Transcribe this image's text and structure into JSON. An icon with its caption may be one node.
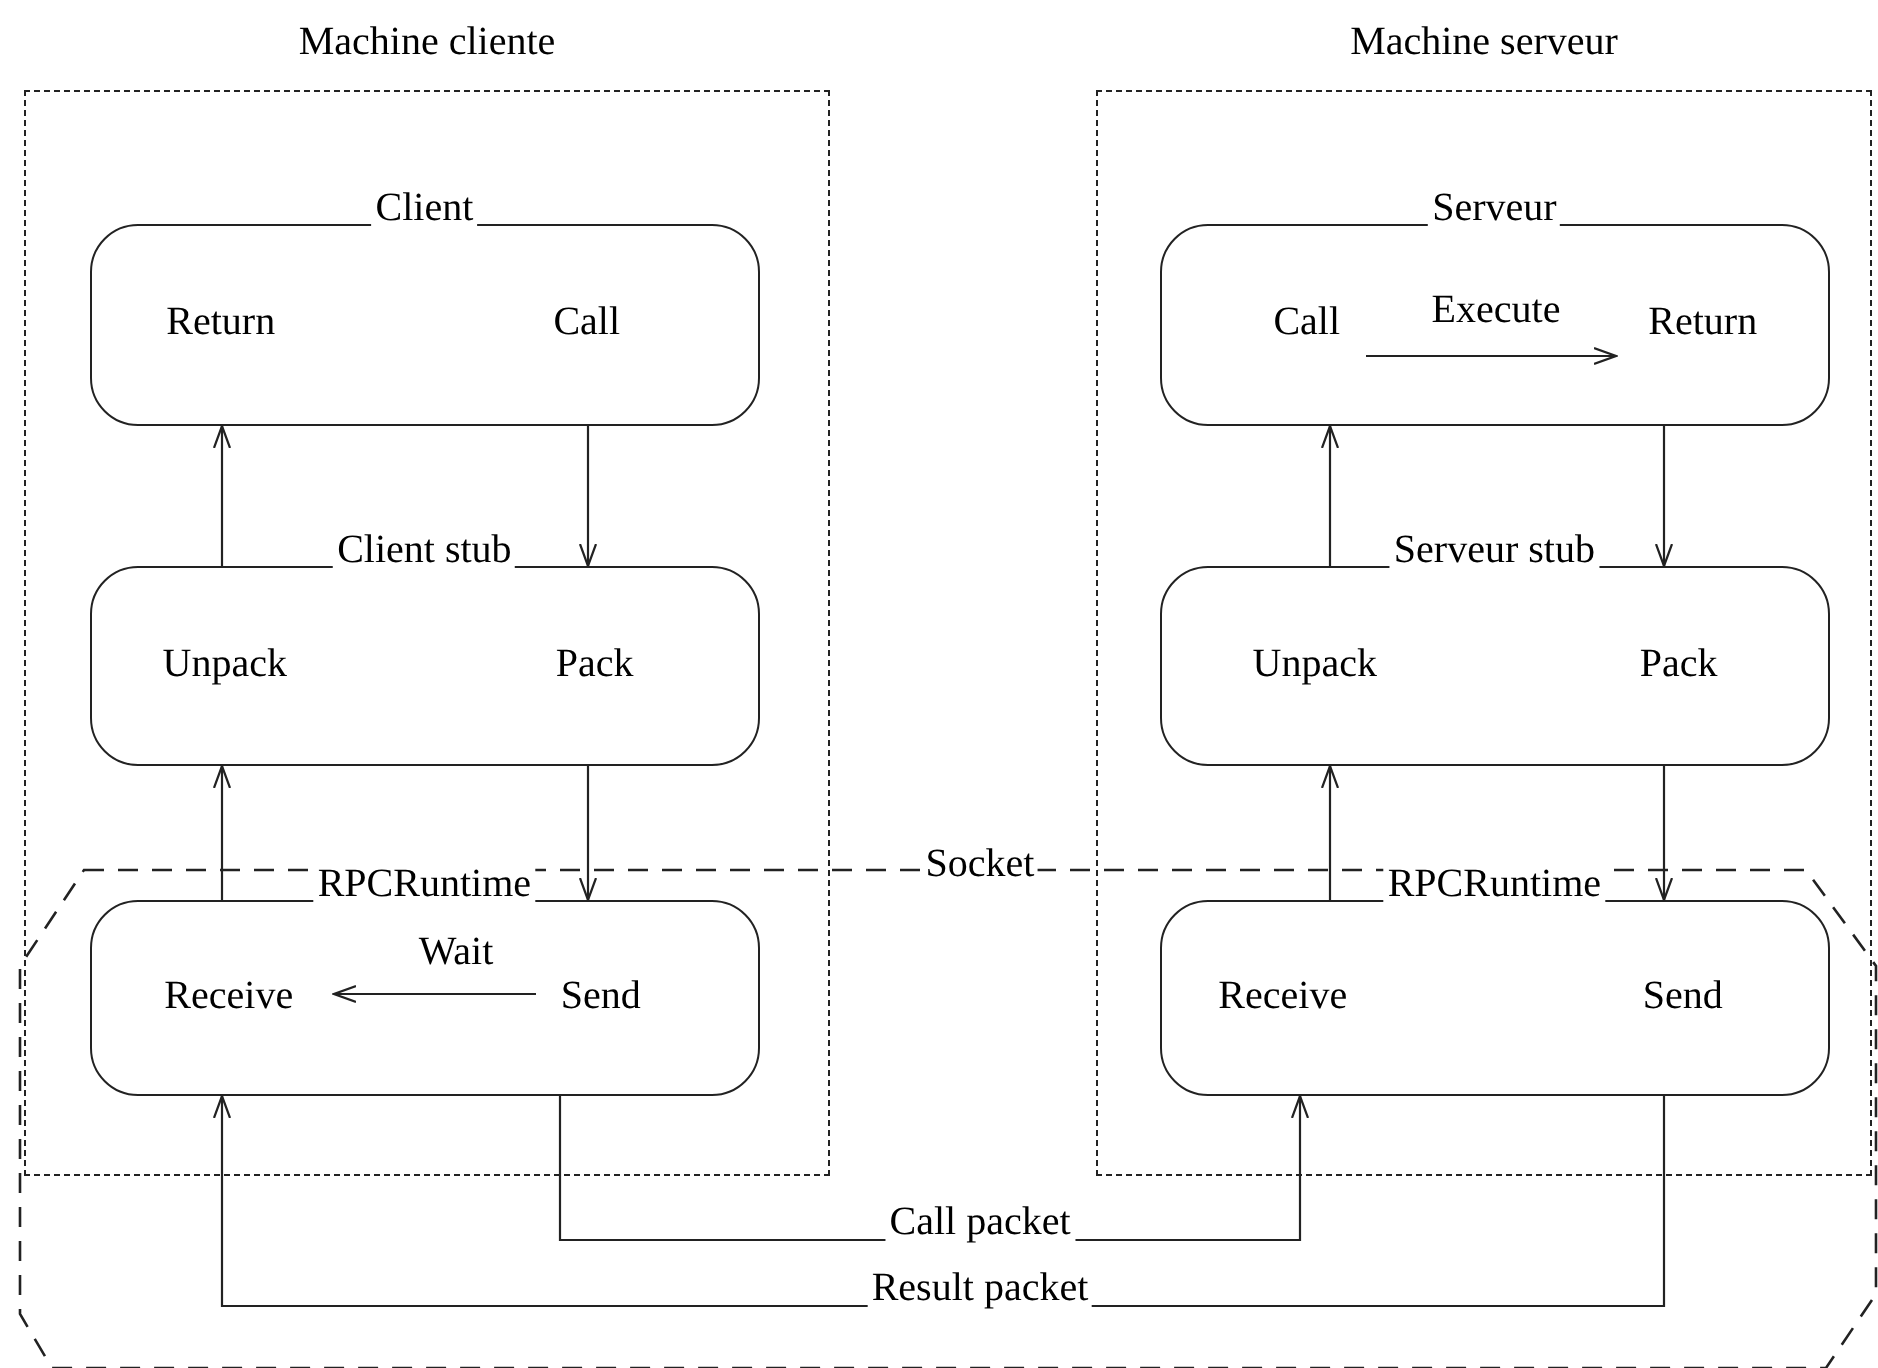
{
  "diagram": {
    "nodes": [
      {
        "text": [
          "Machine cliente"
        ]
      },
      {
        "text": [
          "Client"
        ],
        "in": 0
      },
      {
        "text": [
          "Return"
        ],
        "in": 1
      },
      {
        "text": [
          "Call"
        ],
        "in": 1
      },
      {
        "text": [
          "Client stub"
        ],
        "in": 0
      },
      {
        "text": [
          "Unpack"
        ],
        "in": 4
      },
      {
        "text": [
          "Pack"
        ],
        "in": 4
      },
      {
        "text": [
          "RPCRuntime"
        ],
        "in": 0
      },
      {
        "text": [
          "Receive"
        ],
        "in": 7
      },
      {
        "text": [
          "Send"
        ],
        "in": 7
      },
      {
        "text": [
          "Machine serveur"
        ]
      },
      {
        "text": [
          "Serveur"
        ],
        "in": 10
      },
      {
        "text": [
          "Call"
        ],
        "in": 11
      },
      {
        "text": [
          "Return"
        ],
        "in": 11
      },
      {
        "text": [
          "Serveur stub"
        ],
        "in": 10
      },
      {
        "text": [
          "Unpack"
        ],
        "in": 14
      },
      {
        "text": [
          "Pack"
        ],
        "in": 14
      },
      {
        "text": [
          "RPCRuntime"
        ],
        "in": 10
      },
      {
        "text": [
          "Receive"
        ],
        "in": 17
      },
      {
        "text": [
          "Send"
        ],
        "in": 17
      }
    ],
    "labels": [
      "Socket"
    ],
    "edges": [
      {
        "from": 3,
        "to": 6,
        "arrow": "to"
      },
      {
        "from": 6,
        "to": 9,
        "arrow": "to"
      },
      {
        "from": 9,
        "to": 8,
        "arrow": "to",
        "label": "Wait"
      },
      {
        "from": 8,
        "to": 5,
        "arrow": "to"
      },
      {
        "from": 5,
        "to": 2,
        "arrow": "to"
      },
      {
        "from": 9,
        "to": 18,
        "arrow": "to",
        "label": "Call packet"
      },
      {
        "from": 18,
        "to": 15,
        "arrow": "to"
      },
      {
        "from": 15,
        "to": 12,
        "arrow": "to"
      },
      {
        "from": 12,
        "to": 13,
        "arrow": "to",
        "label": "Execute"
      },
      {
        "from": 13,
        "to": 16,
        "arrow": "to"
      },
      {
        "from": 16,
        "to": 19,
        "arrow": "to"
      },
      {
        "from": 19,
        "to": 8,
        "arrow": "to",
        "label": "Result packet"
      }
    ]
  }
}
